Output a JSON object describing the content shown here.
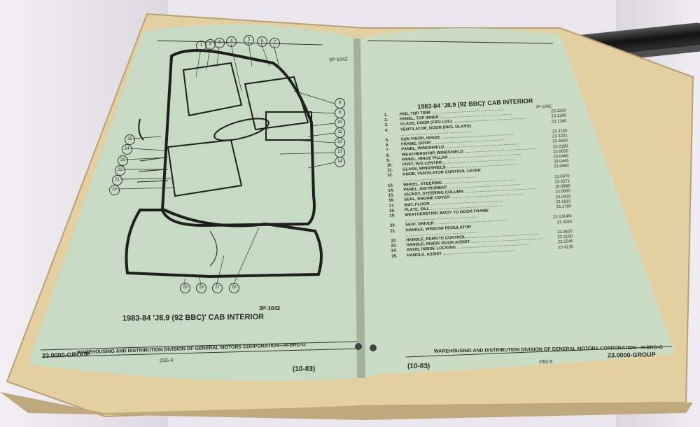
{
  "left_page": {
    "illustration_code": "3P-1042",
    "caption_code": "3P-1042",
    "caption_title": "1983-84 'J8,9 (92 BBC)' CAB INTERIOR",
    "footer_line": "WAREHOUSING AND DISTRIBUTION DIVISION OF GENERAL MOTORS CORPORATION—H-BRG-G",
    "footer_group": "23.0000-GROUP",
    "footer_page": "23G-4",
    "footer_date": "(10-83)",
    "callouts_top": [
      "1",
      "2",
      "3",
      "4",
      "5",
      "6",
      "7"
    ],
    "callouts_right": [
      "8",
      "9",
      "10",
      "11",
      "12",
      "13",
      "14"
    ],
    "callouts_left": [
      "25",
      "24",
      "23",
      "22",
      "21",
      "20"
    ],
    "callouts_bottom": [
      "19",
      "18",
      "17",
      "16"
    ]
  },
  "right_page": {
    "list_code": "3P-1042",
    "list_title": "1983-84 'J8,9 (92 BBC)' CAB INTERIOR",
    "items": [
      {
        "n": "1.",
        "d": "PAD, TOP TRIM",
        "c": ""
      },
      {
        "n": "2.",
        "d": "PANEL, TOP INNER",
        "c": "23.1250"
      },
      {
        "n": "3.",
        "d": "GLASS, DOOR (FRO LOC)",
        "c": "23.1260"
      },
      {
        "n": "4.",
        "d": "VENTILATOR, DOOR (INCL GLASS)",
        "c": "23.1260"
      },
      {
        "n": "5.",
        "d": "SUN VISOR, INSIDE",
        "c": "23.3150"
      },
      {
        "n": "6.",
        "d": "FRAME, DOOR",
        "c": "23.3201"
      },
      {
        "n": "7.",
        "d": "PANEL, WINDSHIELD",
        "c": "23.4620"
      },
      {
        "n": "8.",
        "d": "WEATHERSTRIP, WINDSHIELD",
        "c": "23.2180"
      },
      {
        "n": "9.",
        "d": "PANEL, HINGE PILLAR",
        "c": "23.0650"
      },
      {
        "n": "10.",
        "d": "POST, W/S CENTER",
        "c": "23.0445"
      },
      {
        "n": "11.",
        "d": "GLASS, WINDSHIELD",
        "c": "23.0445"
      },
      {
        "n": "12.",
        "d": "KNOB, VENTILATOR CONTROL LEVER",
        "c": "23.0685"
      },
      {
        "n": "13.",
        "d": "WHEEL, STEERING",
        "c": "23.0670"
      },
      {
        "n": "14.",
        "d": "PANEL, INSTRUMENT",
        "c": "23.0271"
      },
      {
        "n": "15.",
        "d": "JACKET, STEERING COLUMN",
        "c": "16.0880"
      },
      {
        "n": "16.",
        "d": "SEAL, ENGINE COVER",
        "c": "23.0800"
      },
      {
        "n": "17.",
        "d": "MAT, FLOOR",
        "c": "23.0435"
      },
      {
        "n": "18.",
        "d": "PLATE, SILL",
        "c": "23.1810"
      },
      {
        "n": "19.",
        "d": "WEATHERSTRIP, BODY TO DOOR FRAME",
        "c": "23.1780"
      },
      {
        "n": "20.",
        "d": "SEAT, DRIVER",
        "c": "23.1314M"
      },
      {
        "n": "21.",
        "d": "HANDLE, WINDOW REGULATOR",
        "c": "23.3365"
      },
      {
        "n": "22.",
        "d": "HANDLE, REMOTE CONTROL",
        "c": "23.3620"
      },
      {
        "n": "23.",
        "d": "HANDLE, INSIDE DOOR ASSIST",
        "c": "23.3190"
      },
      {
        "n": "24.",
        "d": "KNOB, INSIDE LOCKING",
        "c": "23.2545"
      },
      {
        "n": "25.",
        "d": "HANDLE, ASSIST",
        "c": "23.4135"
      }
    ],
    "footer_line": "WAREHOUSING AND DISTRIBUTION DIVISION OF GENERAL MOTORS CORPORATION—H-BRG-G",
    "footer_group": "23.0000-GROUP",
    "footer_page": "23G-5",
    "footer_date": "(10-83)"
  },
  "colors": {
    "page": "#c9ddc4",
    "page_edge": "#e8d9b0",
    "ink": "#2a2a26",
    "table": "#e9e6ee",
    "rod": "#1a1a1a"
  }
}
